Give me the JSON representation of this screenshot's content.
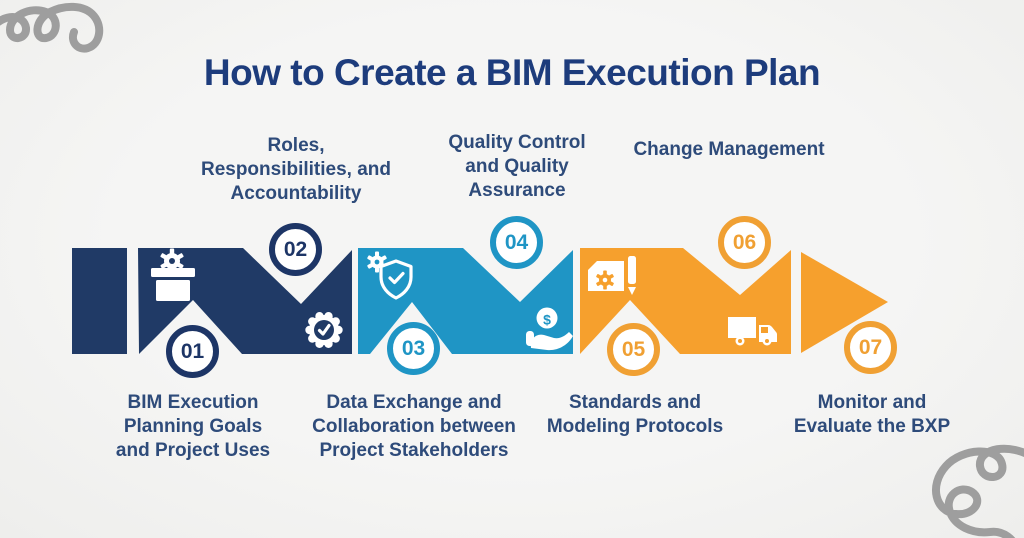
{
  "title": "How to Create a BIM Execution Plan",
  "colors": {
    "navy": "#203a66",
    "teal": "#1f95c5",
    "orange": "#f6a02d",
    "title_text": "#1d3c7c",
    "label_text": "#2e4b7a",
    "doodle_gray": "#9e9e9e",
    "background": "#f3f3f2",
    "icon_white": "#ffffff"
  },
  "steps": [
    {
      "number": "01",
      "label": "BIM Execution\nPlanning Goals\nand Project Uses",
      "color": "#203a66",
      "icon": "box-gear-icon"
    },
    {
      "number": "02",
      "label": "Roles,\nResponsibilities, and\nAccountability",
      "color": "#203a66",
      "icon": "badge-check-icon"
    },
    {
      "number": "03",
      "label": "Data Exchange and\nCollaboration between\nProject Stakeholders",
      "color": "#1f95c5",
      "icon": "shield-check-icon"
    },
    {
      "number": "04",
      "label": "Quality Control\nand Quality\nAssurance",
      "color": "#1f95c5",
      "icon": "hand-dollar-icon"
    },
    {
      "number": "05",
      "label": "Standards and\nModeling Protocols",
      "color": "#f6a02d",
      "icon": "document-pencil-icon"
    },
    {
      "number": "06",
      "label": "Change Management",
      "color": "#f6a02d",
      "icon": "truck-icon"
    },
    {
      "number": "07",
      "label": "Monitor and\nEvaluate the BXP",
      "color": "#f6a02d",
      "icon": null
    }
  ]
}
